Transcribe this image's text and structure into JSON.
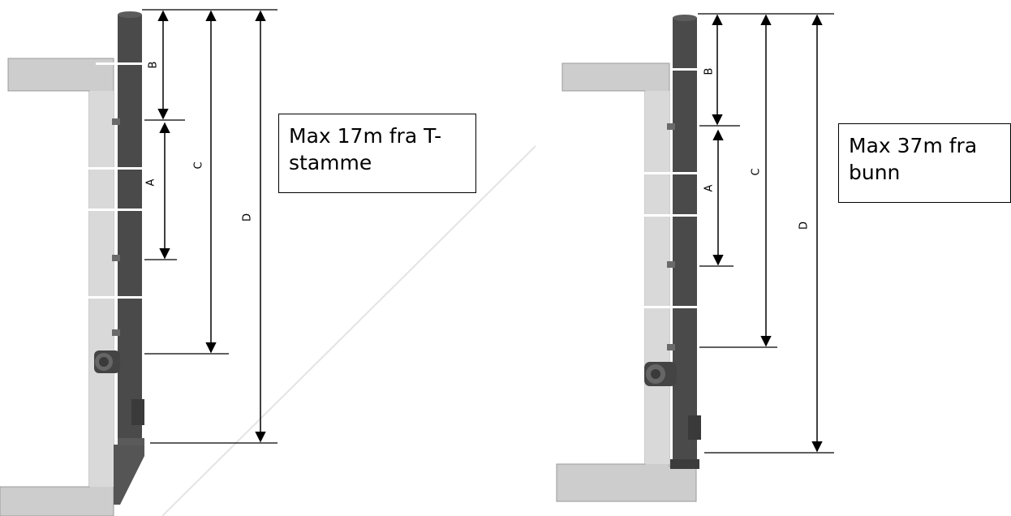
{
  "colors": {
    "pipe": "#4a4a4a",
    "pipe_dark": "#333333",
    "wall": "#cdcdcd",
    "wall_edge": "#9a9a9a",
    "joint": "#ffffff",
    "line": "#000000"
  },
  "installations": [
    {
      "note": "Max 17m fra T-stamme",
      "dimensions": {
        "a": "A",
        "b": "B",
        "c": "C",
        "d": "D"
      }
    },
    {
      "note": "Max 37m fra bunn",
      "dimensions": {
        "a": "A",
        "b": "B",
        "c": "C",
        "d": "D"
      }
    }
  ]
}
